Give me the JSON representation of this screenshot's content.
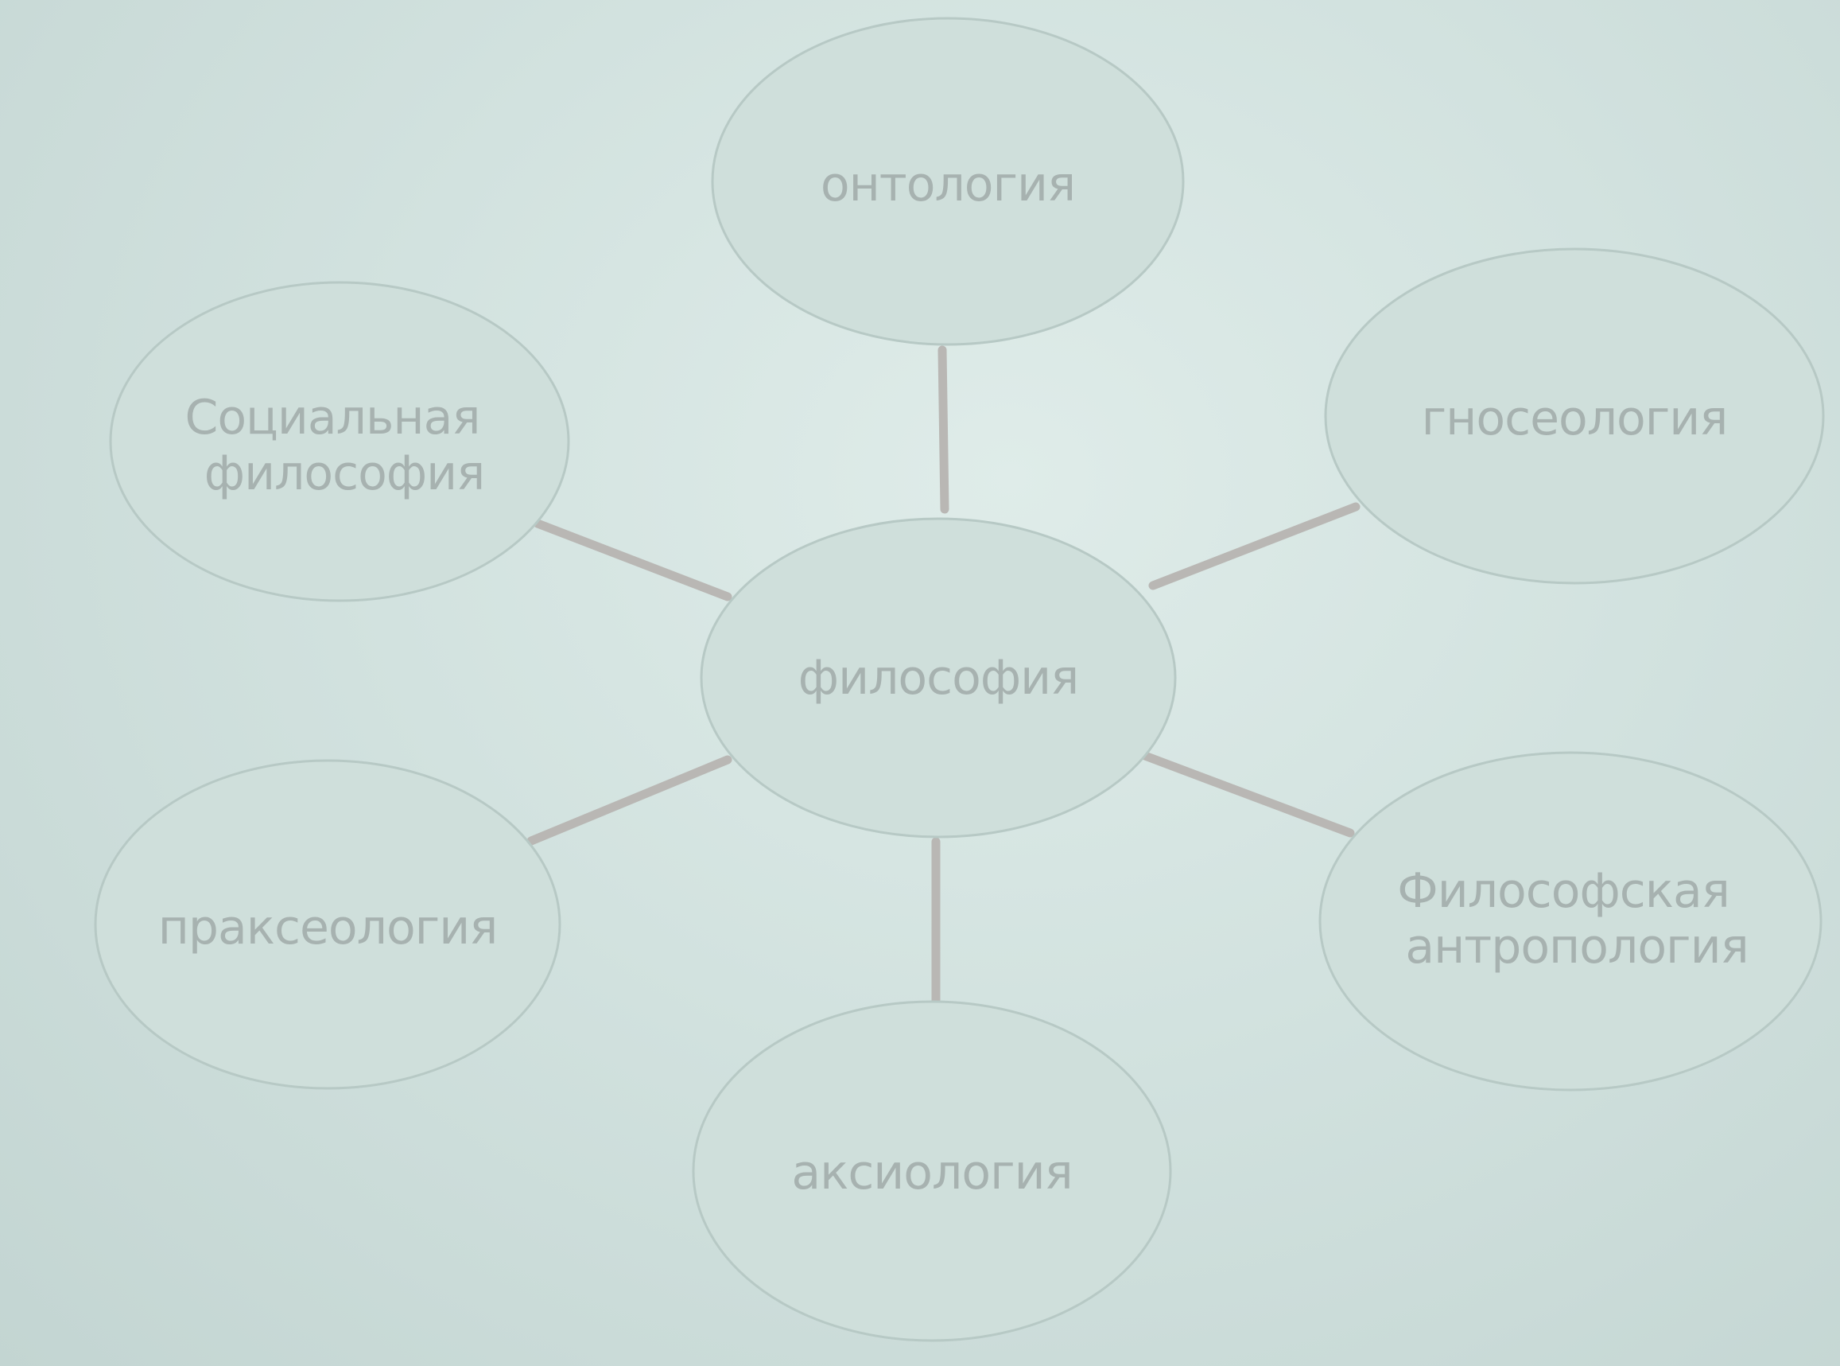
{
  "diagram": {
    "center": {
      "label": "философия"
    },
    "nodes": {
      "ontology": {
        "label": "онтология"
      },
      "gnoseology": {
        "label": "гносеология"
      },
      "philosophical_anthropology": {
        "label_line1": "Философская",
        "label_line2": "антропология"
      },
      "axiology": {
        "label": "аксиология"
      },
      "praxeology": {
        "label": "праксеология"
      },
      "social_philosophy": {
        "label_line1": "Социальная",
        "label_line2": "философия"
      }
    }
  }
}
